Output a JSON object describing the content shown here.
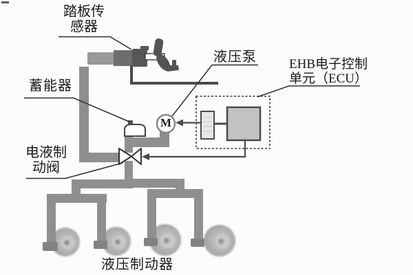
{
  "figure": {
    "title": "EHB electro-hydraulic brake system schematic (scanned textbook figure)",
    "labels": {
      "pedal_sensor": {
        "line1": "踏板传",
        "line2": "感器"
      },
      "accumulator": {
        "text": "蓄能器"
      },
      "pump": {
        "text": "液压泵"
      },
      "ecu": {
        "line1": "EHB电子控制",
        "line2": "单元（ECU）"
      },
      "brake_valve": {
        "line1": "电液制",
        "line2": "动阀"
      },
      "wheel_brakes": {
        "text": "液压制动器"
      },
      "motor": {
        "text": "M"
      }
    },
    "colors": {
      "background": "#fcfcfc",
      "pipe": "#8f8f8f",
      "pipe_foot": "#828282",
      "dark_component": "#5a5a5a",
      "signal_line": "#4a4a4a",
      "leader_line": "#2e2e2e",
      "ecu_block_fill": "#c2c2c2",
      "driver_block_fill": "#e7e7e7",
      "wheel_outer": "#a0a0a0",
      "wheel_inner": "#c6c6c6",
      "text": "#1a1a1a"
    }
  }
}
